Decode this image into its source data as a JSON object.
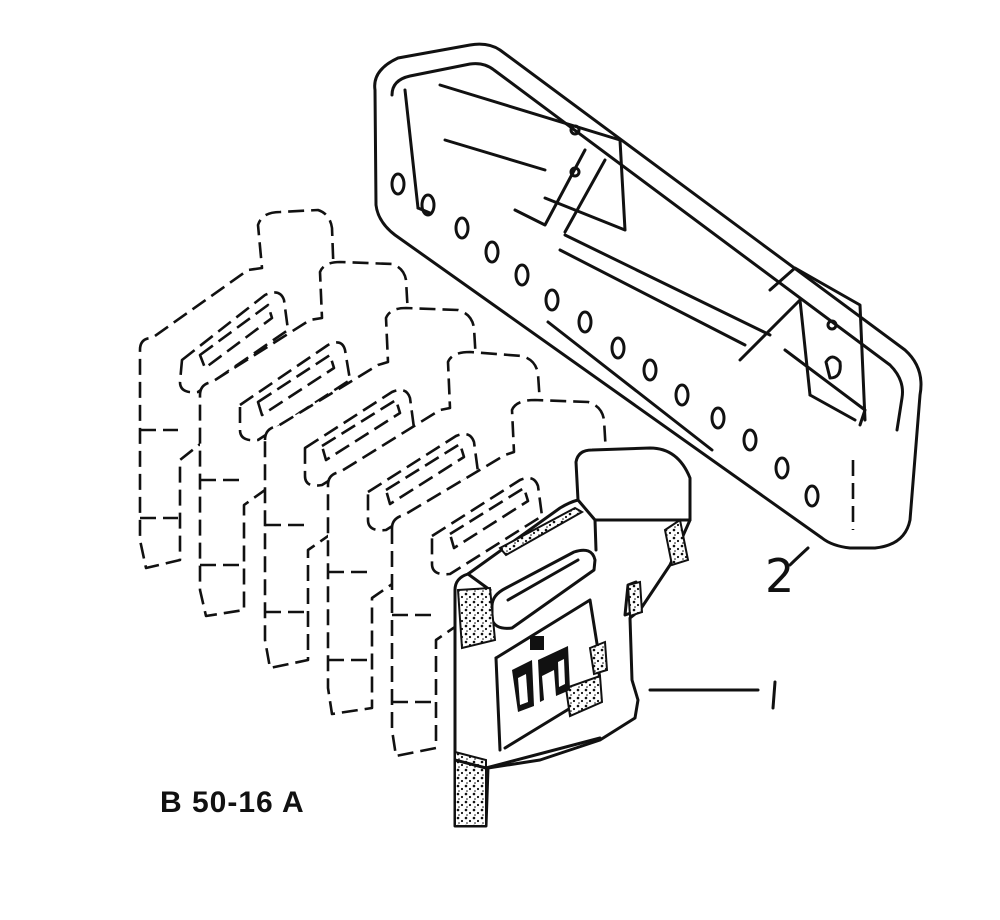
{
  "figure": {
    "code": "B 50-16 A",
    "callouts": [
      {
        "number": "1"
      },
      {
        "number": "2"
      }
    ],
    "logo_text": "IH"
  }
}
